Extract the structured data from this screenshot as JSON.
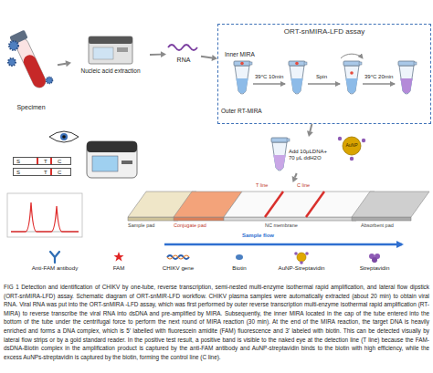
{
  "diagram": {
    "caption": "FIG 1 Detection and identification of CHIKV by one-tube, reverse transcription, semi-nested multi-enzyme isothermal rapid amplification, and lateral flow dipstick (ORT-snMIRA-LFD) assay. Schematic diagram of ORT-snMIR-LFD workflow. CHIKV plasma samples were automatically extracted (about 20 min) to obtain viral RNA. Viral RNA was put into the ORT-snMIRA -LFD assay, which was first performed by outer reverse transcription multi-enzyme isothermal rapid amplification (RT-MIRA) to reverse transcribe the viral RNA into dsDNA and pre-amplified by MIRA. Subsequently, the inner MIRA located in the cap of the tube entered into the bottom of the tube under the centrifugal force to perform the next round of MIRA reaction (30 min). At the end of the MIRA reaction, the target DNA is heavily enriched and forms a DNA complex, which is 5′ labelled with fluorescein amidite (FAM) fluorescence and 3′ labeled with biotin. This can be detected visually by lateral flow strips or by a gold standard reader. In the positive test result, a positive band is visible to the naked eye at the detection line (T line) because the FAM-dsDNA-Biotin complex in the amplification product is captured by the anti-FAM antibody and AuNP-streptavidin binds to the biotin with high efficiency, while the excess AuNPs-streptavidin is captured by the biotin, forming the control line (C line).",
    "nodes": [
      {
        "text": [
          "Specimen"
        ]
      },
      {
        "text": [
          "Nucleic acid extraction"
        ]
      },
      {
        "text": [
          "RNA"
        ]
      },
      {
        "text": [
          "ORT-snMIRA-LFD assay"
        ]
      },
      {
        "text": [
          "Add 10μLDNA+ 70 μL ddH2O"
        ]
      },
      {
        "text": [
          "AuNP"
        ]
      },
      {
        "text": [
          "S",
          "T",
          "C"
        ]
      },
      {
        "text": [
          "S",
          "T",
          "C"
        ]
      },
      {
        "text": [
          "Sample pad",
          "Conjugate pad",
          "T line",
          "C line",
          "NC membrane",
          "Absorbent pad",
          "Sample flow"
        ]
      }
    ],
    "edges": [
      {
        "from": 0,
        "to": 1,
        "arrow": "to"
      },
      {
        "from": 1,
        "to": 2,
        "arrow": "to"
      },
      {
        "from": 2,
        "to": 3,
        "arrow": "to"
      },
      {
        "from": 3,
        "to": 4,
        "arrow": "to"
      },
      {
        "from": 4,
        "to": 8,
        "arrow": "to"
      }
    ],
    "labels": [
      "Inner MIRA",
      "39°C 10min",
      "Spin",
      "39°C 20min",
      "Outer RT-MIRA"
    ],
    "legend": [
      {
        "text": "Anti-FAM antibody"
      },
      {
        "text": "FAM"
      },
      {
        "text": "CHIKV gene"
      },
      {
        "text": "Biotin"
      },
      {
        "text": "AuNP-Streptavidin"
      },
      {
        "text": "Streptavidin"
      }
    ]
  }
}
